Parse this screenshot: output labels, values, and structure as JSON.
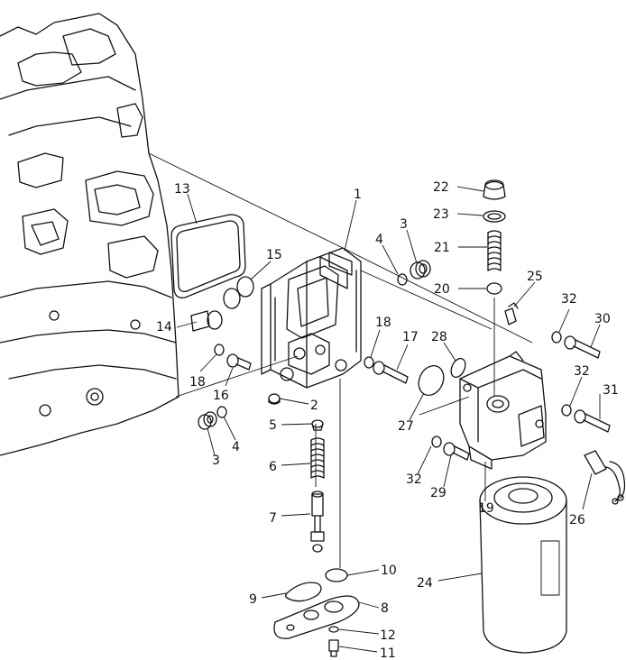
{
  "diagram": {
    "callouts": [
      {
        "id": "c1",
        "text": "1"
      },
      {
        "id": "c2",
        "text": "2"
      },
      {
        "id": "c3a",
        "text": "3"
      },
      {
        "id": "c3b",
        "text": "3"
      },
      {
        "id": "c4a",
        "text": "4"
      },
      {
        "id": "c4b",
        "text": "4"
      },
      {
        "id": "c5",
        "text": "5"
      },
      {
        "id": "c6",
        "text": "6"
      },
      {
        "id": "c7",
        "text": "7"
      },
      {
        "id": "c8",
        "text": "8"
      },
      {
        "id": "c9",
        "text": "9"
      },
      {
        "id": "c10",
        "text": "10"
      },
      {
        "id": "c11",
        "text": "11"
      },
      {
        "id": "c12",
        "text": "12"
      },
      {
        "id": "c13",
        "text": "13"
      },
      {
        "id": "c14",
        "text": "14"
      },
      {
        "id": "c15",
        "text": "15"
      },
      {
        "id": "c16",
        "text": "16"
      },
      {
        "id": "c17",
        "text": "17"
      },
      {
        "id": "c18a",
        "text": "18"
      },
      {
        "id": "c18b",
        "text": "18"
      },
      {
        "id": "c19",
        "text": "19"
      },
      {
        "id": "c20",
        "text": "20"
      },
      {
        "id": "c21",
        "text": "21"
      },
      {
        "id": "c22",
        "text": "22"
      },
      {
        "id": "c23",
        "text": "23"
      },
      {
        "id": "c24",
        "text": "24"
      },
      {
        "id": "c25",
        "text": "25"
      },
      {
        "id": "c26",
        "text": "26"
      },
      {
        "id": "c27",
        "text": "27"
      },
      {
        "id": "c28",
        "text": "28"
      },
      {
        "id": "c29",
        "text": "29"
      },
      {
        "id": "c30",
        "text": "30"
      },
      {
        "id": "c31",
        "text": "31"
      },
      {
        "id": "c32a",
        "text": "32"
      },
      {
        "id": "c32b",
        "text": "32"
      },
      {
        "id": "c32c",
        "text": "32"
      }
    ]
  }
}
